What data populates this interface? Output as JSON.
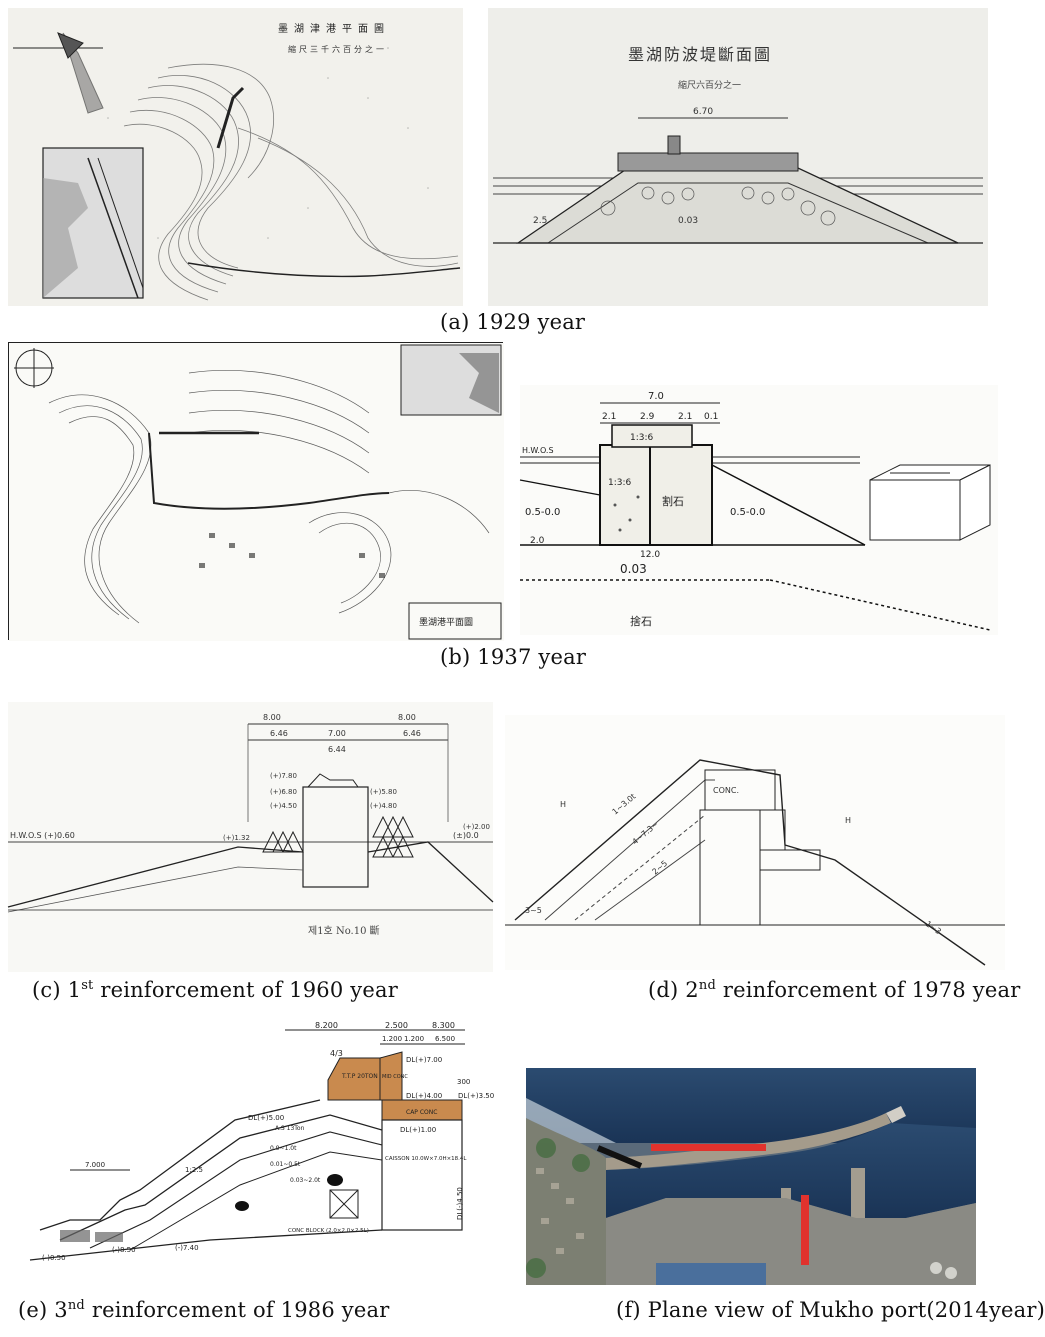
{
  "figure": {
    "captions": {
      "a": "(a) 1929 year",
      "b": "(b) 1937 year",
      "c": {
        "prefix": "(c) 1",
        "sup": "st",
        "suffix": " reinforcement of 1960 year"
      },
      "d": {
        "prefix": "(d) 2",
        "sup": "nd",
        "suffix": " reinforcement of 1978 year"
      },
      "e": {
        "prefix": "(e) 3",
        "sup": "nd",
        "suffix": " reinforcement of 1986 year"
      },
      "f": "(f) Plane view of Mukho port(2014year)"
    },
    "panel_a": {
      "map_title": "墨湖津港平面圖",
      "map_scale": "縮尺三千六百分之一",
      "section_title": "墨湖防波堤斷面圖",
      "section_scale": "縮尺六百分之一",
      "dim_top": "6.70",
      "dim_left": "2.5",
      "depth_label": "0.03"
    },
    "panel_b": {
      "title_block": "墨湖港平面圖",
      "dim_top": "7.0",
      "dims_row": [
        "2.1",
        "2.9",
        "2.1",
        "0.1"
      ],
      "mix_left": "1:3:6",
      "mix_right": "1:3:6",
      "stone_label": "割石",
      "base_label": "12.0",
      "bottom_label": "0.03",
      "slope_left": "0.5-0.0",
      "slope_right": "0.5-0.0",
      "bottom_text": "捨石",
      "water_label": "H.W.O.S",
      "left_dim": "2.0"
    },
    "panel_c": {
      "dims_top": [
        "8.00",
        "8.00"
      ],
      "dims_mid": [
        "6.46",
        "7.00",
        "6.46"
      ],
      "dim_inner": "6.44",
      "levels_left": [
        "(+)7.80",
        "(+)6.80",
        "(+)4.50"
      ],
      "levels_right": [
        "(+)5.80",
        "(+)4.80"
      ],
      "wl_left": "H.W.O.S (+)0.60",
      "wl_right": "(±)0.0",
      "left_level": "(+)1.32",
      "right_level": "(+)2.00",
      "note": "제1호 No.10 斷"
    },
    "panel_d": {
      "conc": "CONC.",
      "layers": [
        "1~3.0t",
        "4~7.3~",
        "2~5",
        "3~5",
        "1~3"
      ],
      "wave_left": "H",
      "wave_right": "H"
    },
    "panel_e": {
      "dims_top": [
        "8.200",
        "2.500",
        "8.300"
      ],
      "dims_sub": [
        "1.200",
        "1.200",
        "6.500"
      ],
      "ttp": "T.T.P 20TON",
      "ttp_slope": "4/3",
      "mid_conc": "MID CONC",
      "cap_conc": "CAP CONC",
      "caisson": "CAISSON 10.0W×7.0H×18.4L",
      "block": "CONC BLOCK (2.0×2.0×2.5L)",
      "levels": [
        "DL(+)7.00",
        "DL(+)5.00",
        "DL(+)4.00",
        "DL(+)3.50",
        "DL(+)1.00",
        "DL(-)4.50",
        "(-)7.40",
        "(-)0.50",
        "(-)8.50"
      ],
      "armor": "A.S 13Ton",
      "slope": "1:2.5",
      "filter": "0.9~1.0t",
      "core": "0.01~0.5t",
      "core_sub": "0.03~2.0t",
      "dim_left": "7.000",
      "dim_small": "300"
    },
    "panel_f": {
      "highlight_color": "#e0322d",
      "marker_color": "#111111",
      "sea_color": "#1f3d63",
      "land_color": "#7a7e74"
    }
  }
}
